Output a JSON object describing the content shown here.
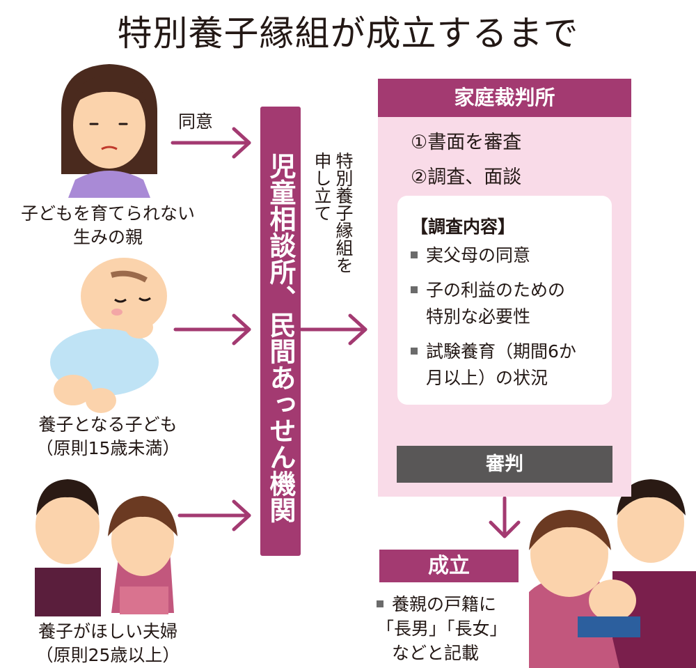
{
  "title": "特別養子縁組が成立するまで",
  "left": {
    "birth_parent": {
      "line1": "子どもを育てられない",
      "line2": "生みの親"
    },
    "consent_label": "同意",
    "child": {
      "line1": "養子となる子ども",
      "line2": "（原則15歳未満）"
    },
    "couple": {
      "line1": "養子がほしい夫婦",
      "line2": "（原則25歳以上）"
    }
  },
  "agency": "児童相談所、民間あっせん機関",
  "application": {
    "line1": "特別養子縁組を",
    "line2": "申し立て"
  },
  "court": {
    "title": "家庭裁判所",
    "steps": [
      "①書面を審査",
      "②調査、面談"
    ],
    "investigation_title": "【調査内容】",
    "items": [
      {
        "line1": "実父母の同意"
      },
      {
        "line1": "子の利益のための",
        "line2": "特別な必要性"
      },
      {
        "line1": "試験養育（期間6か",
        "line2": "月以上）の状況"
      }
    ],
    "judgment": "審判"
  },
  "established": {
    "label": "成立",
    "lines": [
      "養親の戸籍に",
      "「長男」「長女」",
      "などと記載"
    ]
  },
  "colors": {
    "accent": "#a33a71",
    "court_bg": "#f9dbe8",
    "judgment_bg": "#595757"
  }
}
